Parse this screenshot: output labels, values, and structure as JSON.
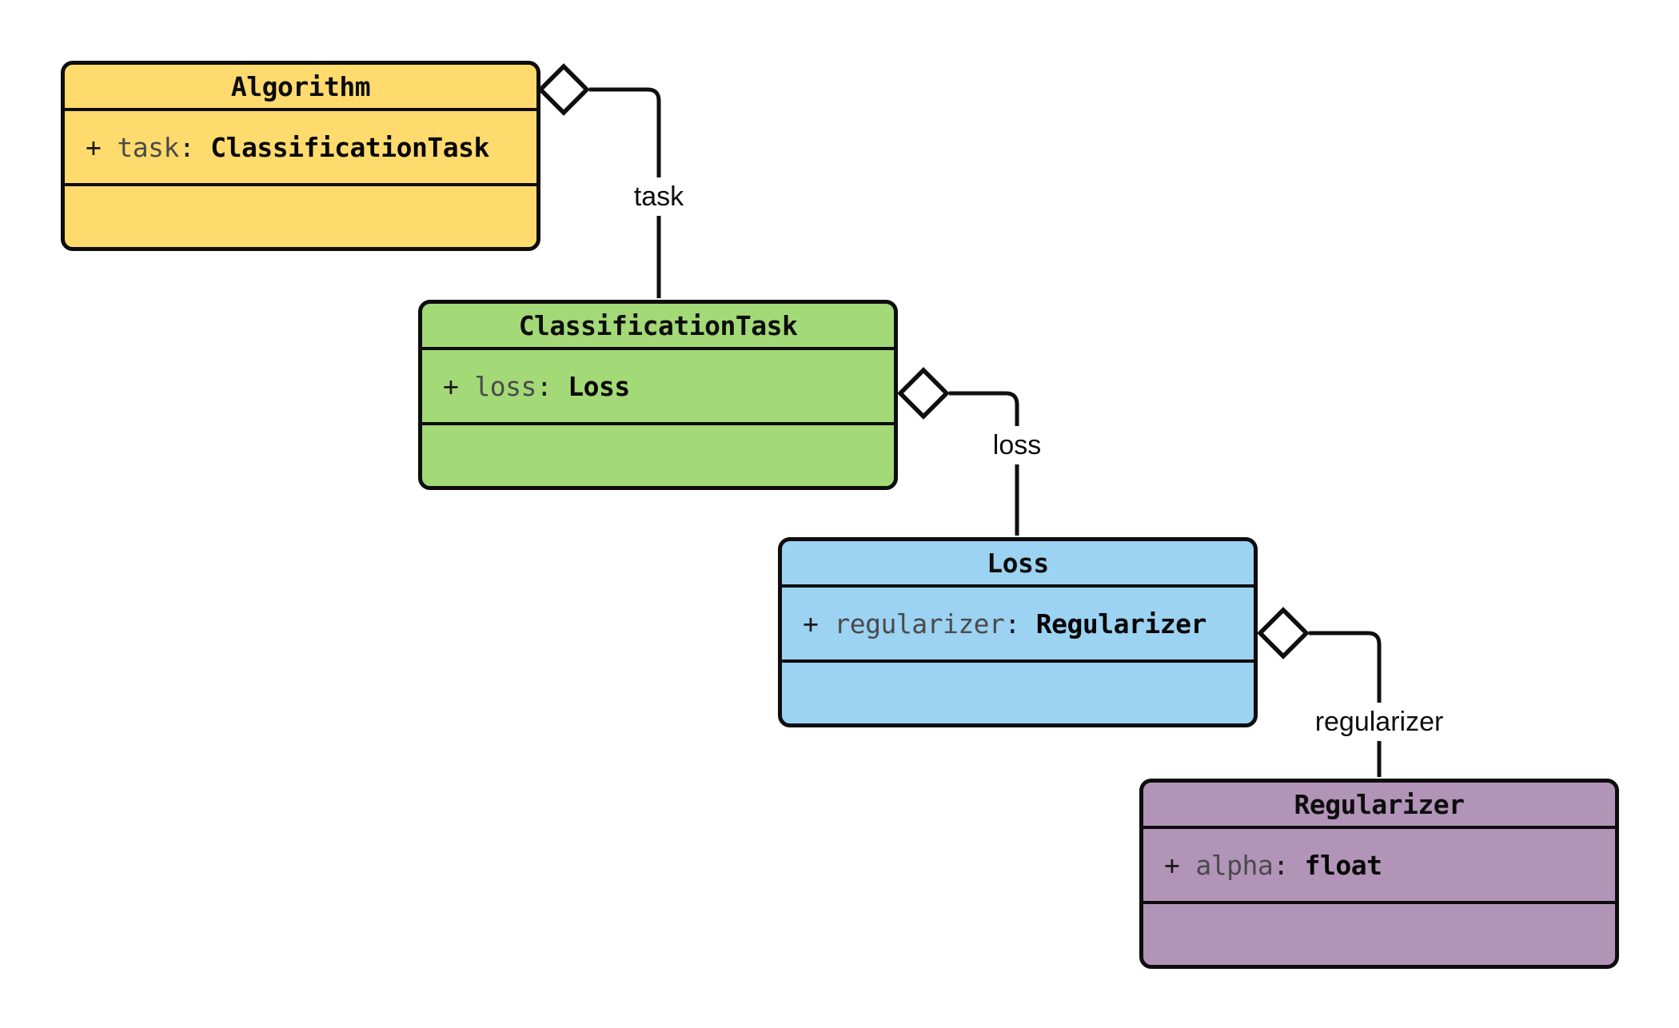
{
  "diagram": {
    "type": "uml-class-diagram",
    "background": "#ffffff",
    "border_color": "#0d0d0d",
    "classes": [
      {
        "title": "Algorithm",
        "fill": "#FFDB6E",
        "attributes": [
          {
            "visibility": "+",
            "name": "task",
            "separator": ":",
            "type": "ClassificationTask"
          }
        ]
      },
      {
        "title": "ClassificationTask",
        "fill": "#A3D977",
        "attributes": [
          {
            "visibility": "+",
            "name": "loss",
            "separator": ":",
            "type": "Loss"
          }
        ]
      },
      {
        "title": "Loss",
        "fill": "#9CD2F2",
        "attributes": [
          {
            "visibility": "+",
            "name": "regularizer",
            "separator": ":",
            "type": "Regularizer"
          }
        ]
      },
      {
        "title": "Regularizer",
        "fill": "#B294B8",
        "attributes": [
          {
            "visibility": "+",
            "name": "alpha",
            "separator": ":",
            "type": "float"
          }
        ]
      }
    ],
    "relations": [
      {
        "from": "Algorithm",
        "to": "ClassificationTask",
        "label": "task",
        "kind": "aggregation"
      },
      {
        "from": "ClassificationTask",
        "to": "Loss",
        "label": "loss",
        "kind": "aggregation"
      },
      {
        "from": "Loss",
        "to": "Regularizer",
        "label": "regularizer",
        "kind": "aggregation"
      }
    ]
  }
}
